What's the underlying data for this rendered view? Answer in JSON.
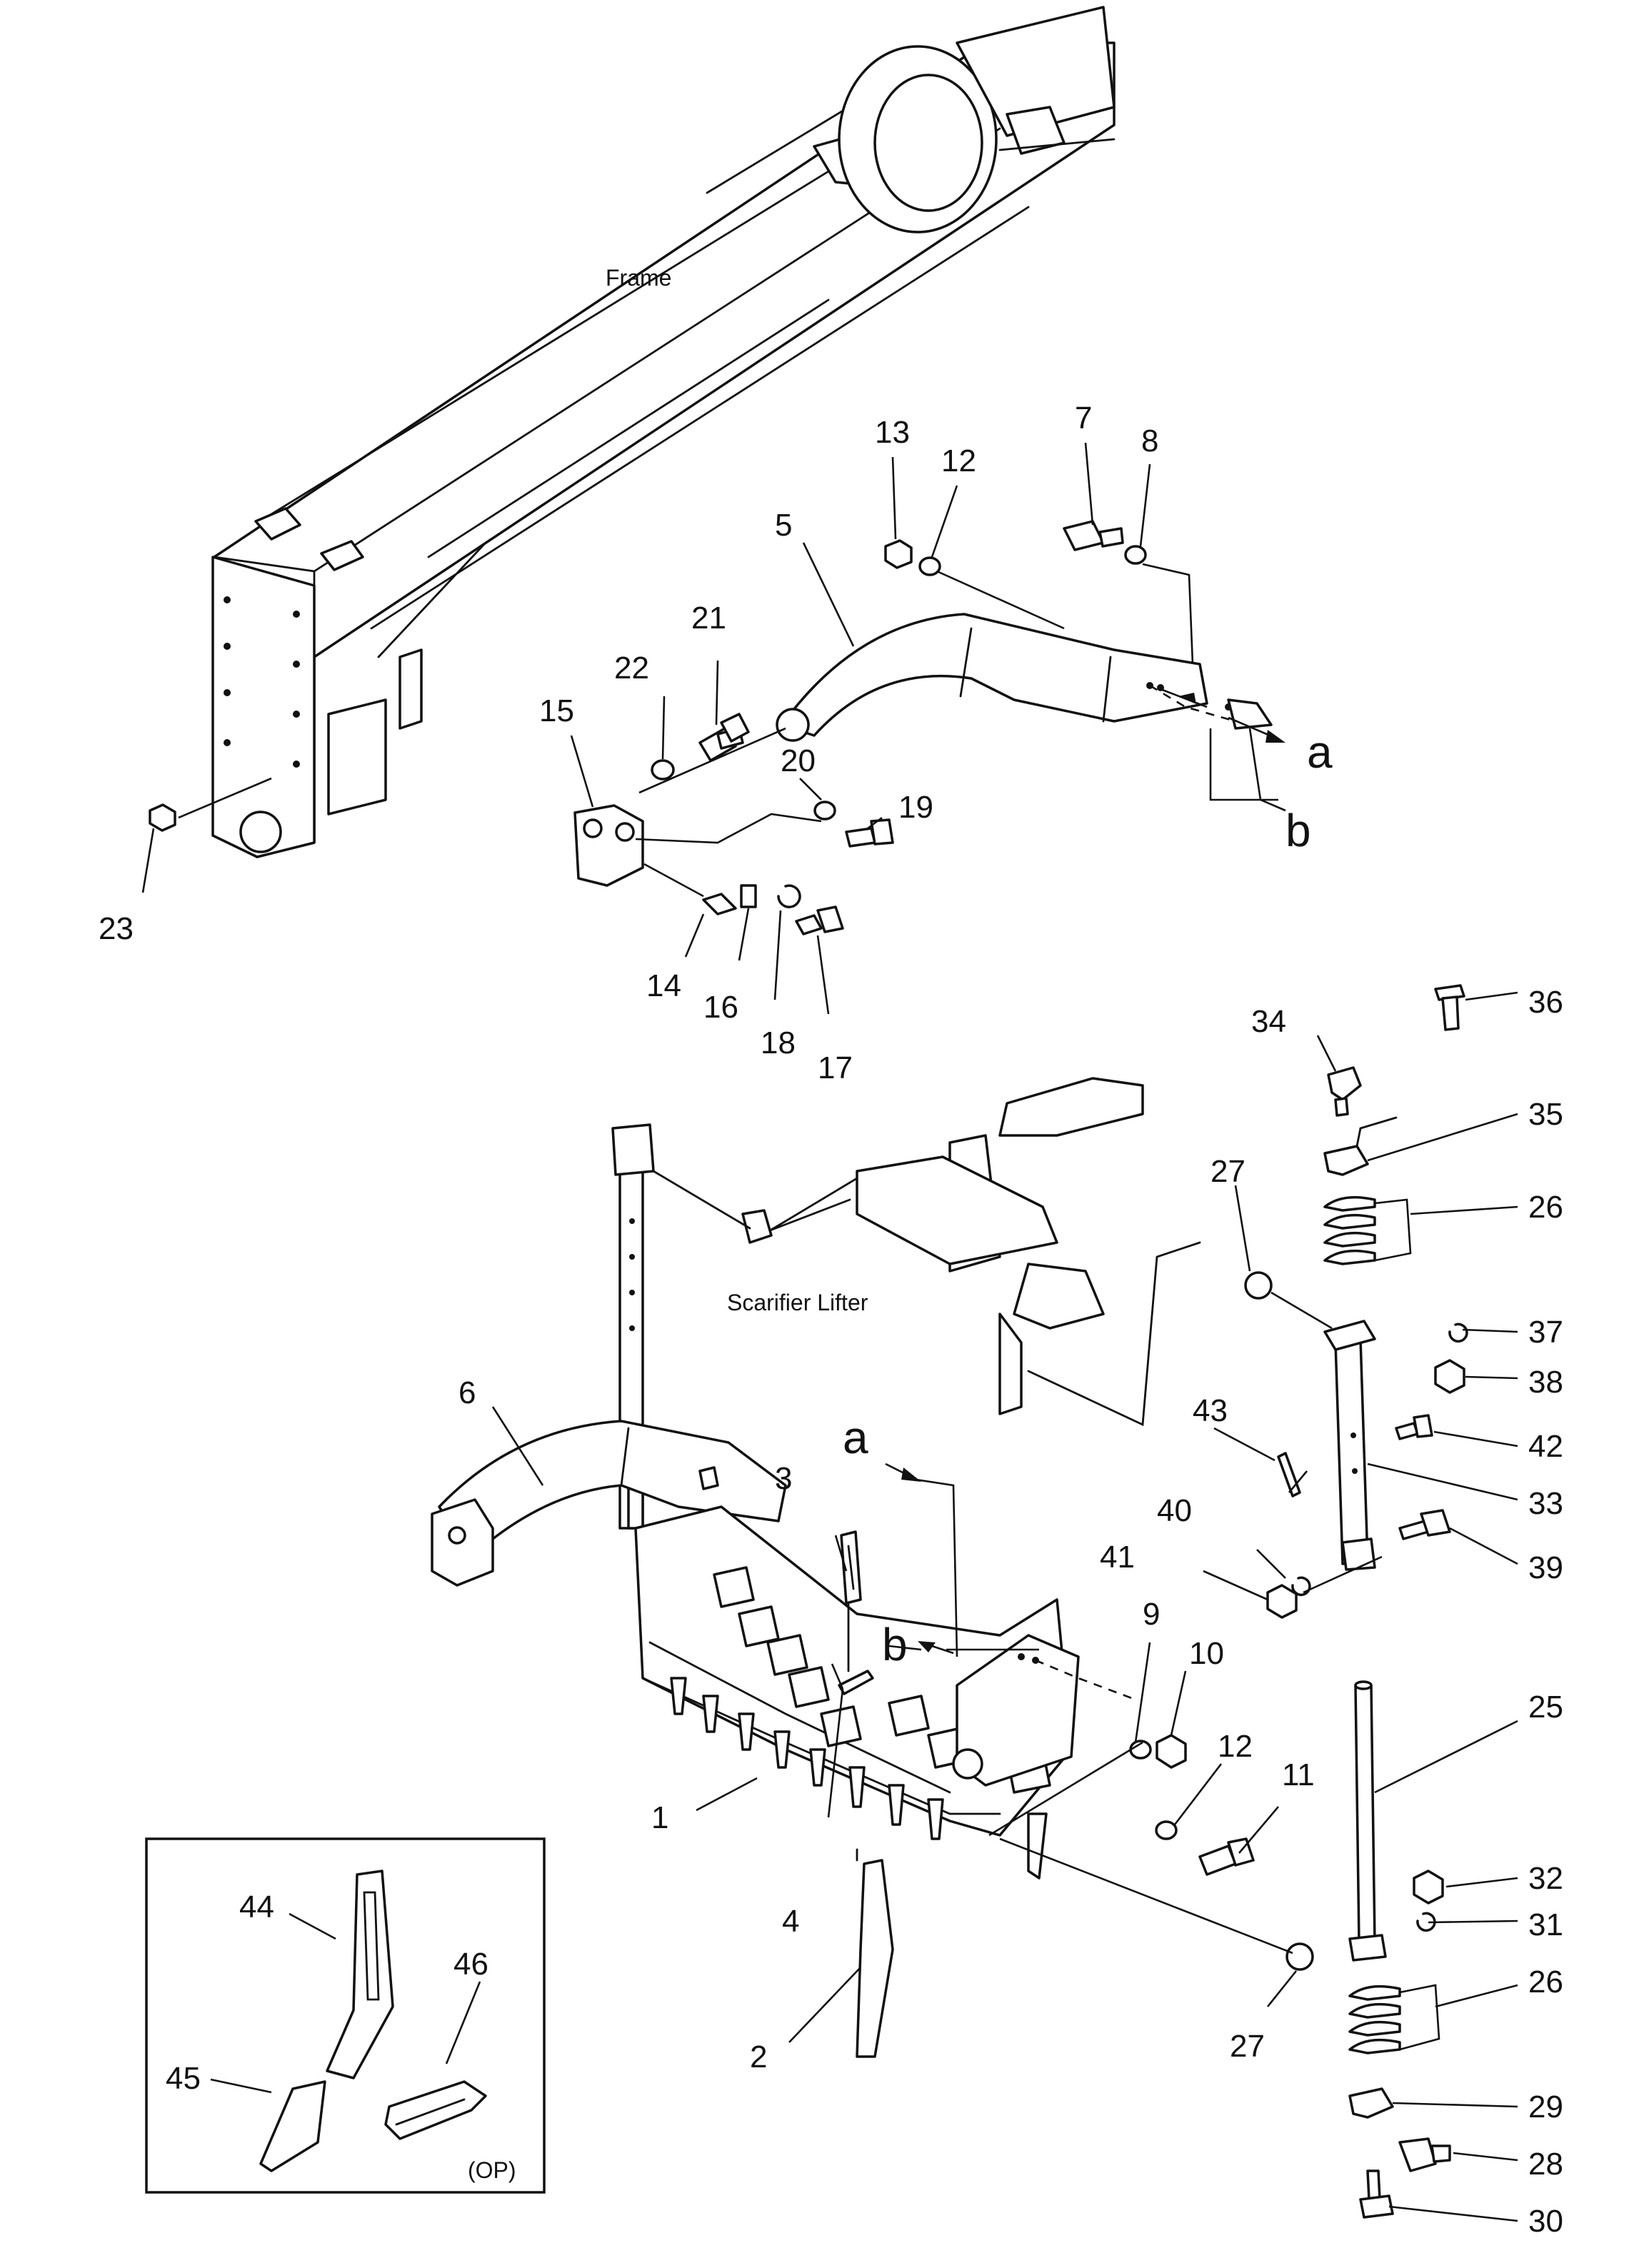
{
  "labels": {
    "frame": "Frame",
    "scarifier_lifter": "Scarifier Lifter",
    "op": "(OP)",
    "ref_a_top": "a",
    "ref_b_top": "b",
    "ref_a_mid": "a",
    "ref_b_mid": "b"
  },
  "callouts": {
    "n1": "1",
    "n2": "2",
    "n3": "3",
    "n4": "4",
    "n5": "5",
    "n6": "6",
    "n7": "7",
    "n8": "8",
    "n9": "9",
    "n10": "10",
    "n11": "11",
    "n12a": "12",
    "n12b": "12",
    "n13": "13",
    "n14": "14",
    "n15": "15",
    "n16": "16",
    "n17": "17",
    "n18": "18",
    "n19": "19",
    "n20": "20",
    "n21": "21",
    "n22": "22",
    "n23": "23",
    "n25": "25",
    "n26a": "26",
    "n26b": "26",
    "n27a": "27",
    "n27b": "27",
    "n28": "28",
    "n29": "29",
    "n30": "30",
    "n31": "31",
    "n32": "32",
    "n33": "33",
    "n34": "34",
    "n35": "35",
    "n36": "36",
    "n37": "37",
    "n38": "38",
    "n39": "39",
    "n40": "40",
    "n41": "41",
    "n42": "42",
    "n43": "43",
    "n44": "44",
    "n45": "45",
    "n46": "46"
  },
  "colors": {
    "ink": "#111111",
    "paper": "#ffffff"
  }
}
